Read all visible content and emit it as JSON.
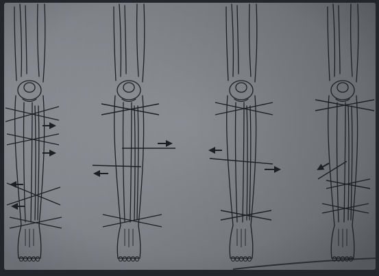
{
  "figure": {
    "panel_count": 4,
    "colors": {
      "background": "#23262b",
      "paper": "#8b8f94",
      "paper_shadow": "#6f7378",
      "ink": "#1d1f22",
      "ink_light": "#2c2f33"
    },
    "panels": [
      {
        "label": "",
        "wires": 5,
        "arrows": [
          "right",
          "right",
          "left",
          "left"
        ]
      },
      {
        "label": "",
        "wires": 4,
        "arrows": [
          "right",
          "left"
        ]
      },
      {
        "label": "",
        "wires": 4,
        "arrows": [
          "left",
          "right"
        ]
      },
      {
        "label": "",
        "wires": 4,
        "arrows": [
          "left"
        ]
      }
    ]
  }
}
